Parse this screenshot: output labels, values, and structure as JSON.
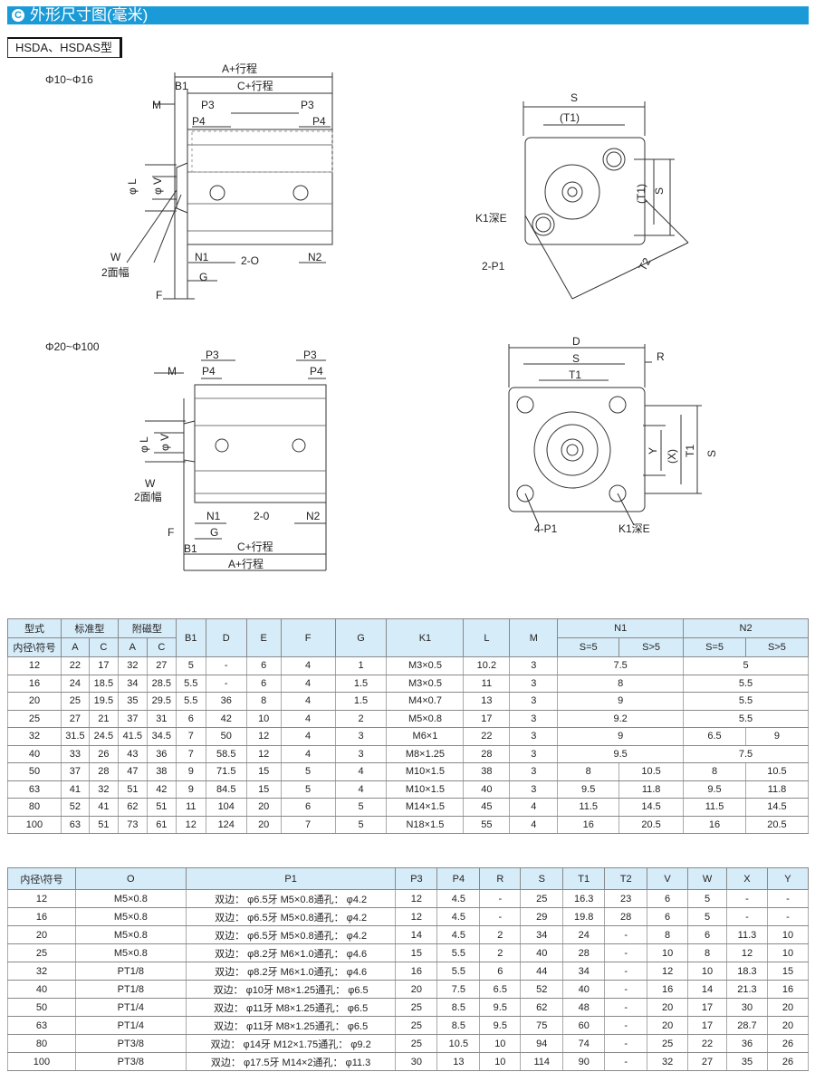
{
  "header": {
    "icon_letter": "C",
    "title": "外形尺寸图(毫米)"
  },
  "model_tag": "HSDA、HSDAS型",
  "drawing1": {
    "range": "Φ10~Φ16",
    "labels": {
      "a": "A+行程",
      "b1": "B1",
      "c": "C+行程",
      "m": "M",
      "p3a": "P3",
      "p3b": "P3",
      "p4a": "P4",
      "p4b": "P4",
      "l": "φ L",
      "v": "φ V",
      "w": "W",
      "w2": "2面幅",
      "n1": "N1",
      "o": "2-O",
      "n2": "N2",
      "g": "G",
      "f": "F"
    },
    "front": {
      "s": "S",
      "t1": "(T1)",
      "t1v": "(T1)",
      "sv": "S",
      "k1": "K1深E",
      "p1": "2-P1",
      "t2": "T2"
    }
  },
  "drawing2": {
    "range": "Φ20~Φ100",
    "labels": {
      "p3a": "P3",
      "p3b": "P3",
      "m": "M",
      "p4a": "P4",
      "p4b": "P4",
      "l": "φ L",
      "v": "φ V",
      "w": "W",
      "w2": "2面幅",
      "n1": "N1",
      "o": "2-0",
      "n2": "N2",
      "f": "F",
      "g": "G",
      "b1": "B1",
      "c": "C+行程",
      "a": "A+行程"
    },
    "front": {
      "d": "D",
      "s": "S",
      "r": "R",
      "t1": "T1",
      "y": "Y",
      "x": "(X)",
      "t1v": "T1",
      "sv": "S",
      "p1": "4-P1",
      "k1": "K1深E"
    }
  },
  "table1": {
    "head1": {
      "type": "型式",
      "std": "标准型",
      "mag": "附磁型",
      "b1": "B1",
      "d": "D",
      "e": "E",
      "f": "F",
      "g": "G",
      "k1": "K1",
      "l": "L",
      "m": "M",
      "n1": "N1",
      "n2": "N2"
    },
    "head2": {
      "bore": "内径\\符号",
      "a1": "A",
      "c1": "C",
      "a2": "A",
      "c2": "C",
      "s5a": "S=5",
      "sgta": "S>5",
      "s5b": "S=5",
      "sgtb": "S>5"
    },
    "rows": [
      {
        "bore": "12",
        "a": "22",
        "c": "17",
        "ma": "32",
        "mc": "27",
        "b1": "5",
        "d": "-",
        "e": "6",
        "f": "4",
        "g": "1",
        "k1": "M3×0.5",
        "l": "10.2",
        "m": "3",
        "n1": [
          "7.5"
        ],
        "n2": [
          "5"
        ]
      },
      {
        "bore": "16",
        "a": "24",
        "c": "18.5",
        "ma": "34",
        "mc": "28.5",
        "b1": "5.5",
        "d": "-",
        "e": "6",
        "f": "4",
        "g": "1.5",
        "k1": "M3×0.5",
        "l": "11",
        "m": "3",
        "n1": [
          "8"
        ],
        "n2": [
          "5.5"
        ]
      },
      {
        "bore": "20",
        "a": "25",
        "c": "19.5",
        "ma": "35",
        "mc": "29.5",
        "b1": "5.5",
        "d": "36",
        "e": "8",
        "f": "4",
        "g": "1.5",
        "k1": "M4×0.7",
        "l": "13",
        "m": "3",
        "n1": [
          "9"
        ],
        "n2": [
          "5.5"
        ]
      },
      {
        "bore": "25",
        "a": "27",
        "c": "21",
        "ma": "37",
        "mc": "31",
        "b1": "6",
        "d": "42",
        "e": "10",
        "f": "4",
        "g": "2",
        "k1": "M5×0.8",
        "l": "17",
        "m": "3",
        "n1": [
          "9.2"
        ],
        "n2": [
          "5.5"
        ]
      },
      {
        "bore": "32",
        "a": "31.5",
        "c": "24.5",
        "ma": "41.5",
        "mc": "34.5",
        "b1": "7",
        "d": "50",
        "e": "12",
        "f": "4",
        "g": "3",
        "k1": "M6×1",
        "l": "22",
        "m": "3",
        "n1": [
          "9"
        ],
        "n2": [
          "6.5",
          "9"
        ]
      },
      {
        "bore": "40",
        "a": "33",
        "c": "26",
        "ma": "43",
        "mc": "36",
        "b1": "7",
        "d": "58.5",
        "e": "12",
        "f": "4",
        "g": "3",
        "k1": "M8×1.25",
        "l": "28",
        "m": "3",
        "n1": [
          "9.5"
        ],
        "n2": [
          "7.5"
        ]
      },
      {
        "bore": "50",
        "a": "37",
        "c": "28",
        "ma": "47",
        "mc": "38",
        "b1": "9",
        "d": "71.5",
        "e": "15",
        "f": "5",
        "g": "4",
        "k1": "M10×1.5",
        "l": "38",
        "m": "3",
        "n1": [
          "8",
          "10.5"
        ],
        "n2": [
          "8",
          "10.5"
        ]
      },
      {
        "bore": "63",
        "a": "41",
        "c": "32",
        "ma": "51",
        "mc": "42",
        "b1": "9",
        "d": "84.5",
        "e": "15",
        "f": "5",
        "g": "4",
        "k1": "M10×1.5",
        "l": "40",
        "m": "3",
        "n1": [
          "9.5",
          "11.8"
        ],
        "n2": [
          "9.5",
          "11.8"
        ]
      },
      {
        "bore": "80",
        "a": "52",
        "c": "41",
        "ma": "62",
        "mc": "51",
        "b1": "11",
        "d": "104",
        "e": "20",
        "f": "6",
        "g": "5",
        "k1": "M14×1.5",
        "l": "45",
        "m": "4",
        "n1": [
          "11.5",
          "14.5"
        ],
        "n2": [
          "11.5",
          "14.5"
        ]
      },
      {
        "bore": "100",
        "a": "63",
        "c": "51",
        "ma": "73",
        "mc": "61",
        "b1": "12",
        "d": "124",
        "e": "20",
        "f": "7",
        "g": "5",
        "k1": "N18×1.5",
        "l": "55",
        "m": "4",
        "n1": [
          "16",
          "20.5"
        ],
        "n2": [
          "16",
          "20.5"
        ]
      }
    ]
  },
  "table2": {
    "head": [
      "内径\\符号",
      "O",
      "P1",
      "P3",
      "P4",
      "R",
      "S",
      "T1",
      "T2",
      "V",
      "W",
      "X",
      "Y"
    ],
    "rows": [
      [
        "12",
        "M5×0.8",
        "双边： φ6.5牙 M5×0.8通孔： φ4.2",
        "12",
        "4.5",
        "-",
        "25",
        "16.3",
        "23",
        "6",
        "5",
        "-",
        "-"
      ],
      [
        "16",
        "M5×0.8",
        "双边： φ6.5牙 M5×0.8通孔： φ4.2",
        "12",
        "4.5",
        "-",
        "29",
        "19.8",
        "28",
        "6",
        "5",
        "-",
        "-"
      ],
      [
        "20",
        "M5×0.8",
        "双边： φ6.5牙 M5×0.8通孔： φ4.2",
        "14",
        "4.5",
        "2",
        "34",
        "24",
        "-",
        "8",
        "6",
        "11.3",
        "10"
      ],
      [
        "25",
        "M5×0.8",
        "双边： φ8.2牙 M6×1.0通孔： φ4.6",
        "15",
        "5.5",
        "2",
        "40",
        "28",
        "-",
        "10",
        "8",
        "12",
        "10"
      ],
      [
        "32",
        "PT1/8",
        "双边： φ8.2牙 M6×1.0通孔： φ4.6",
        "16",
        "5.5",
        "6",
        "44",
        "34",
        "-",
        "12",
        "10",
        "18.3",
        "15"
      ],
      [
        "40",
        "PT1/8",
        "双边： φ10牙 M8×1.25通孔： φ6.5",
        "20",
        "7.5",
        "6.5",
        "52",
        "40",
        "-",
        "16",
        "14",
        "21.3",
        "16"
      ],
      [
        "50",
        "PT1/4",
        "双边： φ11牙 M8×1.25通孔： φ6.5",
        "25",
        "8.5",
        "9.5",
        "62",
        "48",
        "-",
        "20",
        "17",
        "30",
        "20"
      ],
      [
        "63",
        "PT1/4",
        "双边： φ11牙 M8×1.25通孔： φ6.5",
        "25",
        "8.5",
        "9.5",
        "75",
        "60",
        "-",
        "20",
        "17",
        "28.7",
        "20"
      ],
      [
        "80",
        "PT3/8",
        "双边： φ14牙 M12×1.75通孔： φ9.2",
        "25",
        "10.5",
        "10",
        "94",
        "74",
        "-",
        "25",
        "22",
        "36",
        "26"
      ],
      [
        "100",
        "PT3/8",
        "双边： φ17.5牙 M14×2通孔： φ11.3",
        "30",
        "13",
        "10",
        "114",
        "90",
        "-",
        "32",
        "27",
        "35",
        "26"
      ]
    ]
  }
}
